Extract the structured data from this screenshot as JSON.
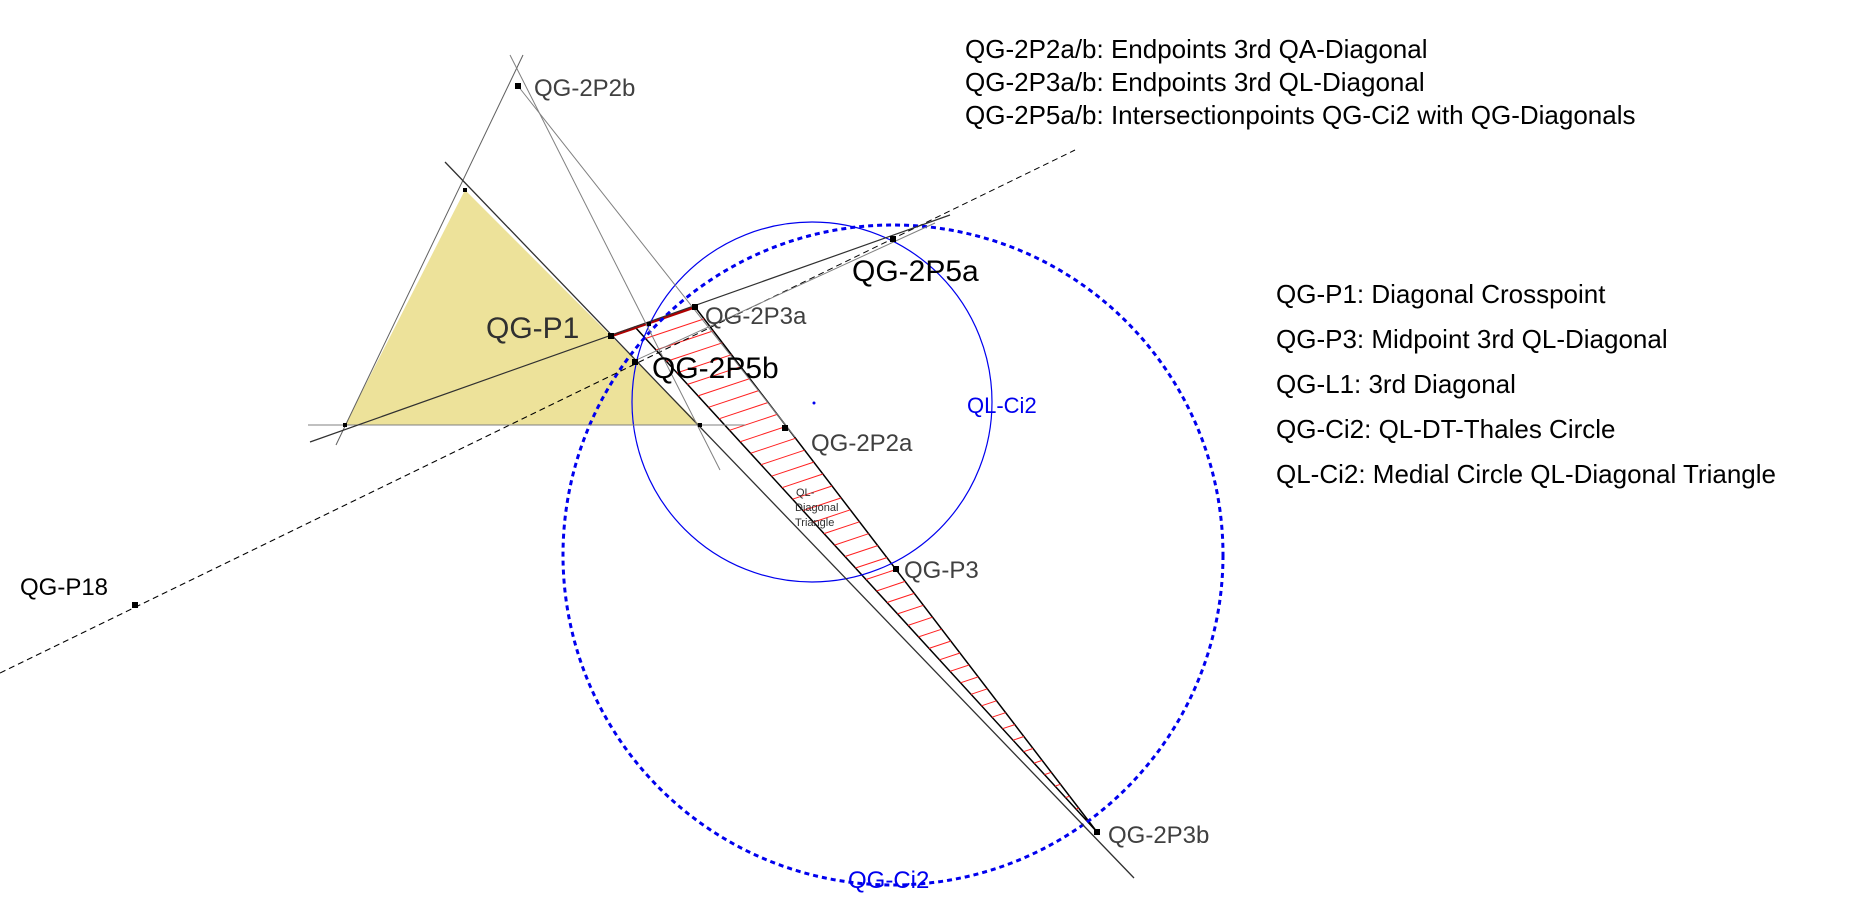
{
  "legend_top": [
    "QG-2P2a/b: Endpoints  3rd QA-Diagonal",
    "QG-2P3a/b: Endpoints  3rd QL-Diagonal",
    "QG-2P5a/b: Intersectionpoints QG-Ci2 with QG-Diagonals"
  ],
  "legend_right": [
    "QG-P1: Diagonal Crosspoint",
    "QG-P3: Midpoint 3rd QL-Diagonal",
    "QG-L1: 3rd Diagonal",
    "QG-Ci2: QL-DT-Thales Circle",
    "QL-Ci2: Medial Circle QL-Diagonal Triangle"
  ],
  "points": {
    "p1": "QG-P1",
    "p2p2a": "QG-2P2a",
    "p2p2b": "QG-2P2b",
    "p2p3a": "QG-2P3a",
    "p2p3b": "QG-2P3b",
    "p2p5a": "QG-2P5a",
    "p2p5b": "QG-2P5b",
    "p3": "QG-P3",
    "p18": "QG-P18"
  },
  "circles": {
    "qg_ci2": "QG-Ci2",
    "ql_ci2": "QL-Ci2"
  },
  "triangle_label": [
    "QL-",
    "Diagonal",
    "Triangle"
  ],
  "colors": {
    "fill_triangle": "#ede29a",
    "hatch": "#ff2020",
    "circle": "#0000ee",
    "line": "#404040",
    "thin_line": "#808080"
  }
}
